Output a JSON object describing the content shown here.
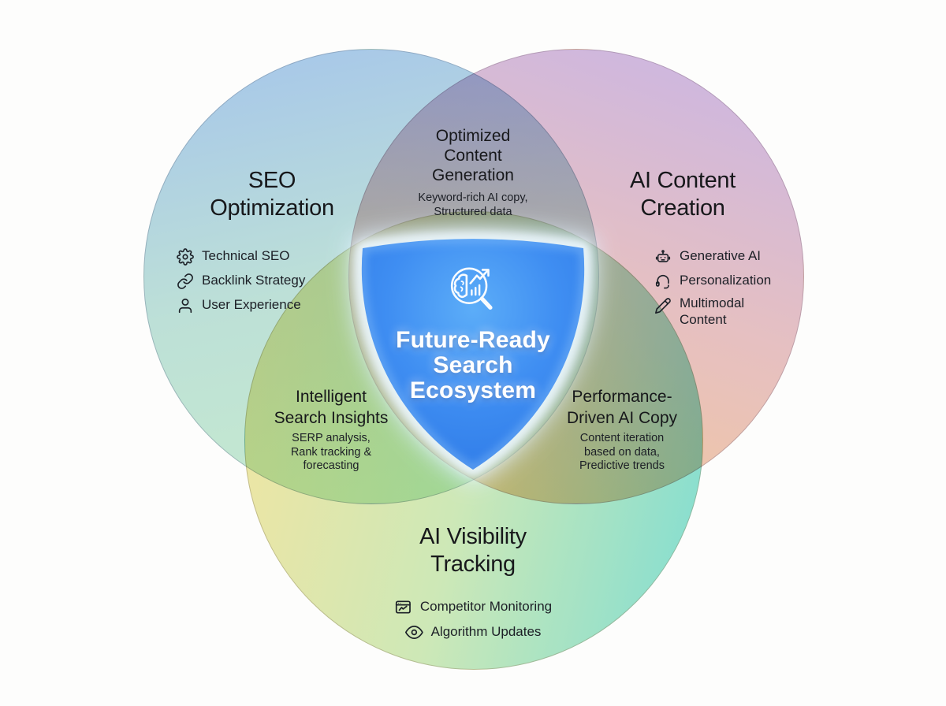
{
  "palette": {
    "background": "#fdfdfc",
    "core_blue": "#3f8ef2",
    "core_glow": "#dff0ff",
    "title_text": "#17181b",
    "body_text": "#1c1f26",
    "center_text": "#ffffff",
    "seo_gradient": [
      "#a7c7ee",
      "#bfe2da",
      "#c9eed0"
    ],
    "ai_gradient": [
      "#cbb7e9",
      "#e8c2c4",
      "#f7cb97"
    ],
    "vis_gradient": [
      "#f6e7a2",
      "#cfeab9",
      "#7fdfd6"
    ]
  },
  "center": {
    "icon": "brain-search-growth-icon",
    "title_lines": [
      "Future-Ready",
      "Search",
      "Ecosystem"
    ]
  },
  "circles": {
    "seo": {
      "title_lines": [
        "SEO",
        "Optimization"
      ],
      "items": [
        {
          "icon": "gear-icon",
          "label": "Technical SEO"
        },
        {
          "icon": "link-icon",
          "label": "Backlink Strategy"
        },
        {
          "icon": "user-icon",
          "label": "User Experience"
        }
      ]
    },
    "ai_content": {
      "title_lines": [
        "AI Content",
        "Creation"
      ],
      "items": [
        {
          "icon": "robot-icon",
          "label": "Generative AI"
        },
        {
          "icon": "headset-icon",
          "label": "Personalization"
        },
        {
          "icon": "pencil-icon",
          "label": "Multimodal Content"
        }
      ]
    },
    "visibility": {
      "title_lines": [
        "AI Visibility",
        "Tracking"
      ],
      "items": [
        {
          "icon": "browser-chart-icon",
          "label": "Competitor Monitoring"
        },
        {
          "icon": "eye-icon",
          "label": "Algorithm Updates"
        }
      ]
    }
  },
  "overlaps": {
    "top": {
      "title_lines": [
        "Optimized",
        "Content",
        "Generation"
      ],
      "subtitle_lines": [
        "Keyword-rich AI copy,",
        "Structured data"
      ]
    },
    "left": {
      "title_lines": [
        "Intelligent",
        "Search Insights"
      ],
      "subtitle_lines": [
        "SERP analysis,",
        "Rank tracking &",
        "forecasting"
      ]
    },
    "right": {
      "title_lines": [
        "Performance-",
        "Driven AI Copy"
      ],
      "subtitle_lines": [
        "Content iteration",
        "based on data,",
        "Predictive trends"
      ]
    }
  }
}
